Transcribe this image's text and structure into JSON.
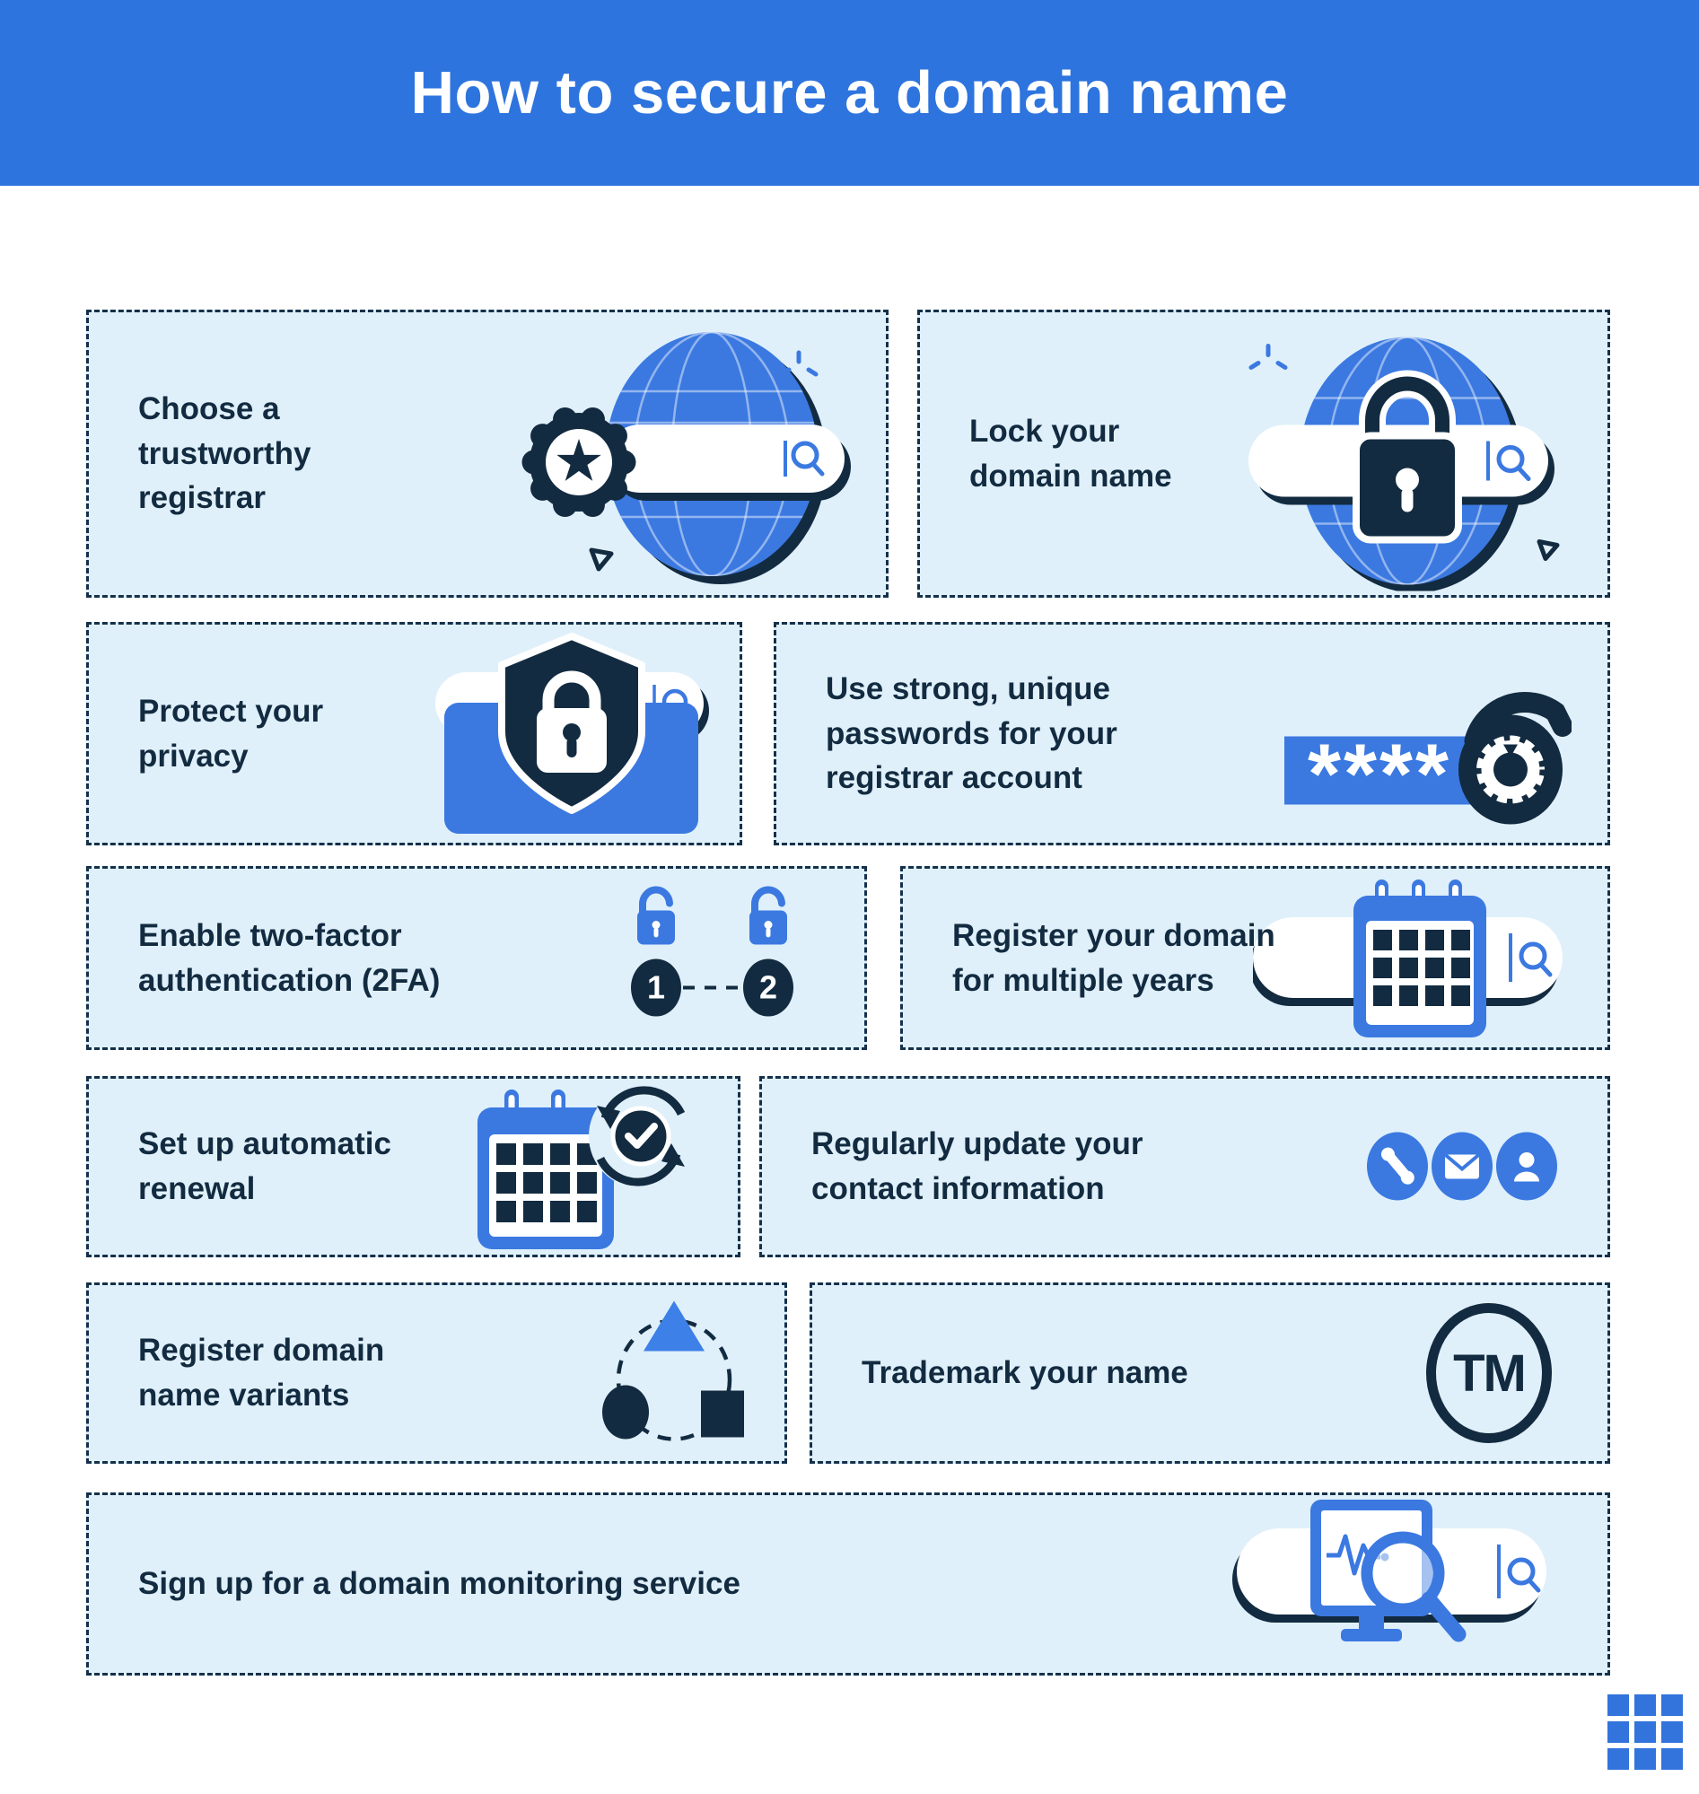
{
  "header": {
    "title": "How to secure a domain name"
  },
  "cards": [
    {
      "title": "Choose a\ntrustworthy\nregistrar",
      "icon": "registrar-badge-globe-search"
    },
    {
      "title": "Lock your\ndomain name",
      "icon": "locked-globe-search"
    },
    {
      "title": "Protect your\nprivacy",
      "icon": "privacy-shield-lock"
    },
    {
      "title": "Use strong, unique\npasswords for your\nregistrar account",
      "icon": "password-field-dial-lock",
      "password_mask": "****"
    },
    {
      "title": "Enable two-factor\nauthentication (2FA)",
      "icon": "two-factor-locks",
      "step_one": "1",
      "step_two": "2"
    },
    {
      "title": "Register your domain\nfor multiple years",
      "icon": "calendar-search-bar"
    },
    {
      "title": "Set up automatic\nrenewal",
      "icon": "calendar-auto-renew"
    },
    {
      "title": "Regularly update your\ncontact information",
      "icon": "contact-methods"
    },
    {
      "title": "Register domain\nname variants",
      "icon": "shape-variants"
    },
    {
      "title": "Trademark your name",
      "icon": "trademark-circle",
      "tm_label": "TM"
    },
    {
      "title": "Sign up for a domain monitoring service",
      "icon": "domain-monitoring-search"
    }
  ],
  "colors": {
    "header_bg": "#2e74de",
    "card_bg": "#dff0fa",
    "ink": "#132b40",
    "icon_blue": "#3b79e1",
    "variant_triangle_blue": "#3d80e8",
    "logo_blue": "#3273dc"
  }
}
